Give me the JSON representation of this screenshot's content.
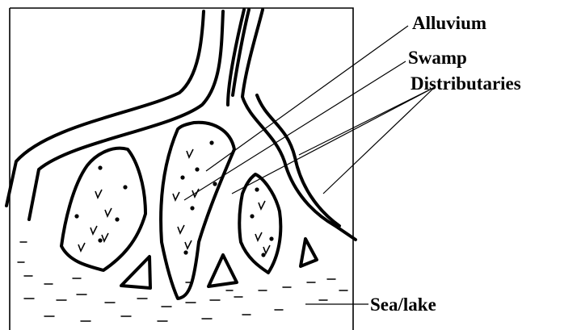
{
  "labels": {
    "alluvium": "Alluvium",
    "swamp": "Swamp",
    "distributaries": "Distributaries",
    "sea_lake": "Sea/lake"
  },
  "colors": {
    "ink": "#000000",
    "background": "#ffffff"
  },
  "symbols": {
    "swamp_mark": "v"
  }
}
